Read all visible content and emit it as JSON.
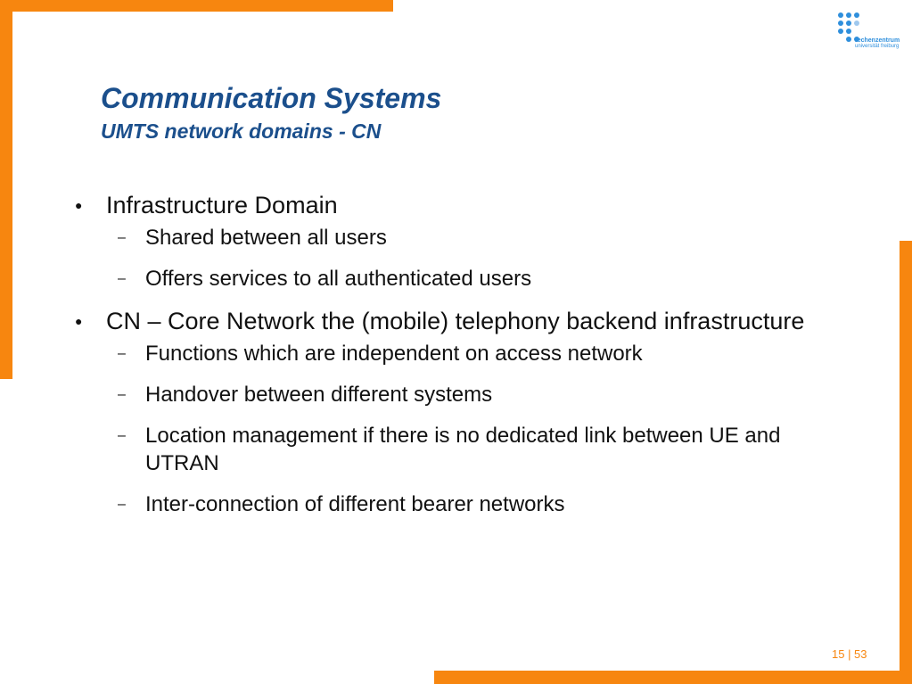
{
  "colors": {
    "accent": "#f7860f",
    "title": "#1b4f8c",
    "logo": "#2f8fdc"
  },
  "logo": {
    "name": "rechenzentrum-logo-icon",
    "line1": "rechenzentrum",
    "line2": "universität freiburg"
  },
  "header": {
    "title": "Communication Systems",
    "subtitle": "UMTS network domains - CN"
  },
  "bullets": [
    {
      "text": "Infrastructure Domain",
      "items": [
        "Shared between all users",
        "Offers services to all authenticated users"
      ]
    },
    {
      "text": "CN – Core Network the (mobile) telephony backend infrastructure",
      "items": [
        "Functions which are independent on access network",
        "Handover between different systems",
        "Location management if there is no dedicated link between UE and UTRAN",
        "Inter-connection of different bearer networks"
      ]
    }
  ],
  "markers": {
    "bullet": "●",
    "dash": "–"
  },
  "footer": {
    "page": "15 | 53"
  }
}
